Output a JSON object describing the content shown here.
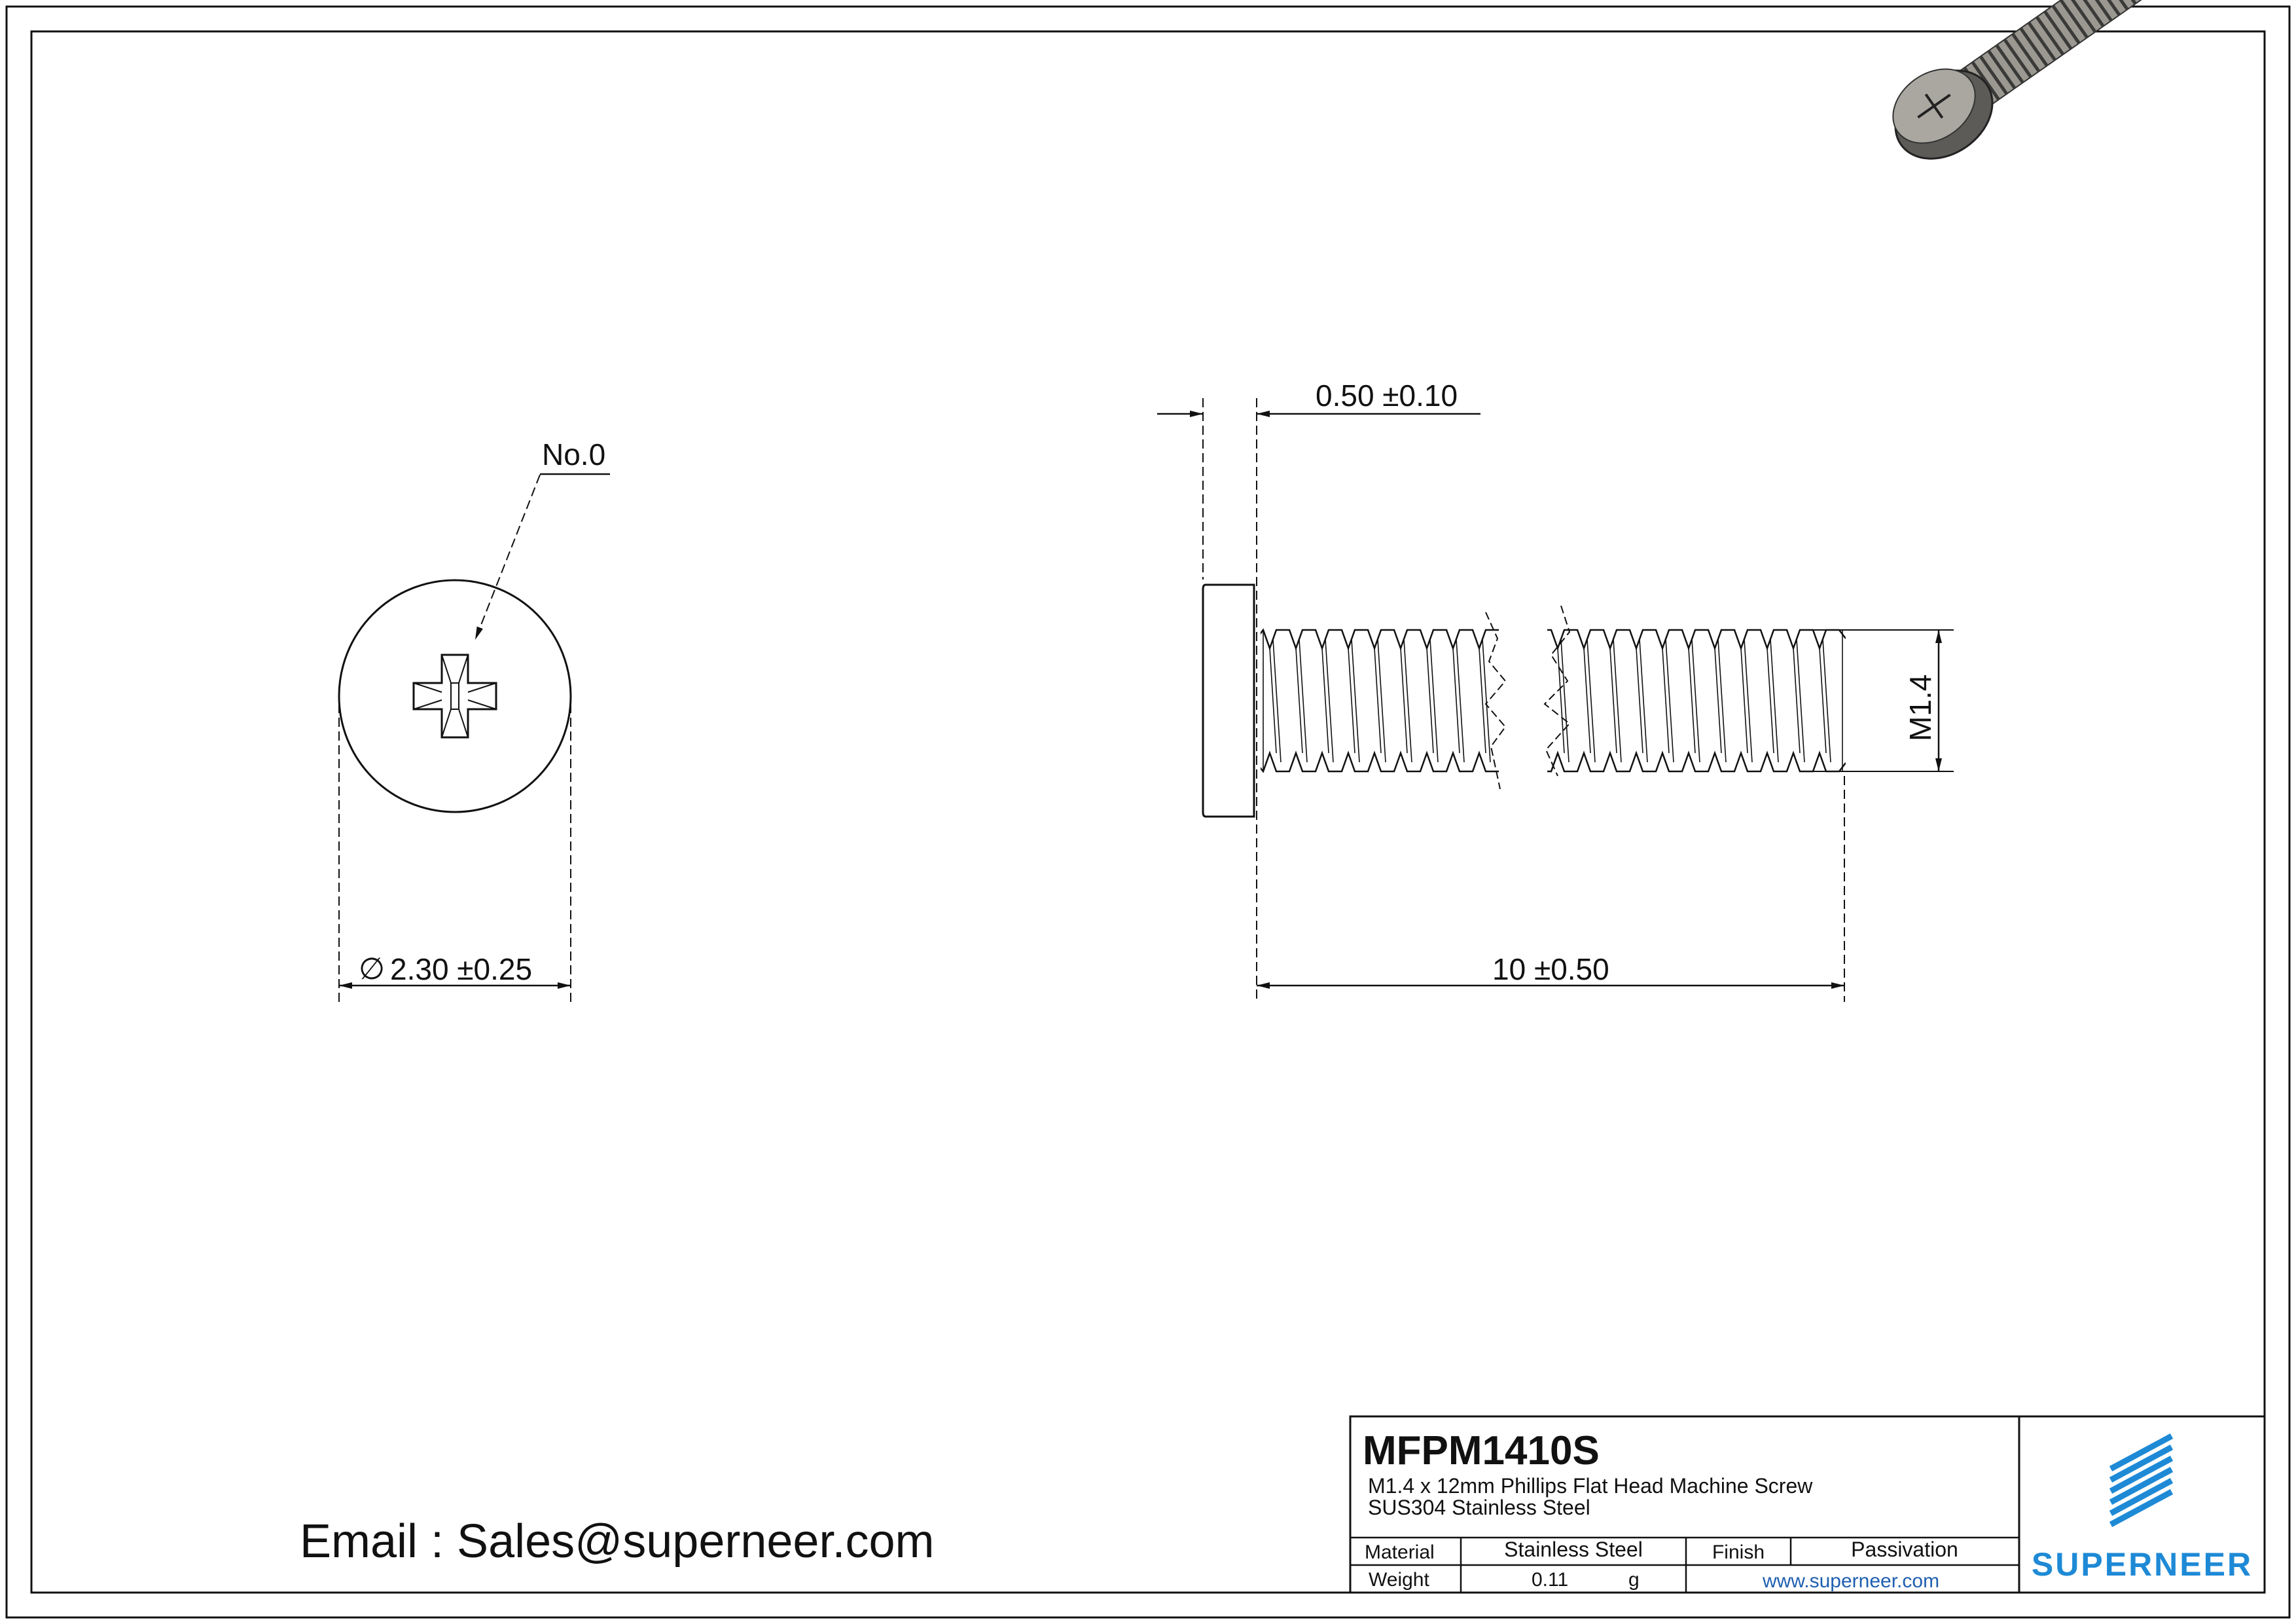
{
  "annotations": {
    "recess_size": "No.0",
    "head_diameter": "2.30 ±0.25",
    "diameter_symbol": "∅",
    "head_height": "0.50 ±0.10",
    "length": "10 ±0.50",
    "thread": "M1.4"
  },
  "contact": {
    "email_line": "Email : Sales@superneer.com"
  },
  "title_block": {
    "part_number": "MFPM1410S",
    "description_1": "M1.4 x 12mm Phillips Flat Head Machine Screw",
    "description_2": "SUS304 Stainless Steel",
    "material_label": "Material",
    "material_value": "Stainless Steel",
    "finish_label": "Finish",
    "finish_value": "Passivation",
    "weight_label": "Weight",
    "weight_value": "0.11",
    "weight_unit": "g",
    "website": "www.superneer.com",
    "brand": "SUPERNEER"
  },
  "colors": {
    "line": "#111111",
    "brand_blue": "#1e8ad6",
    "link_blue": "#1f5fb0",
    "screw_gray": "#8e8c86"
  },
  "icons": [
    "phillips-recess-icon",
    "superneer-logo-icon",
    "screw-render-icon"
  ]
}
